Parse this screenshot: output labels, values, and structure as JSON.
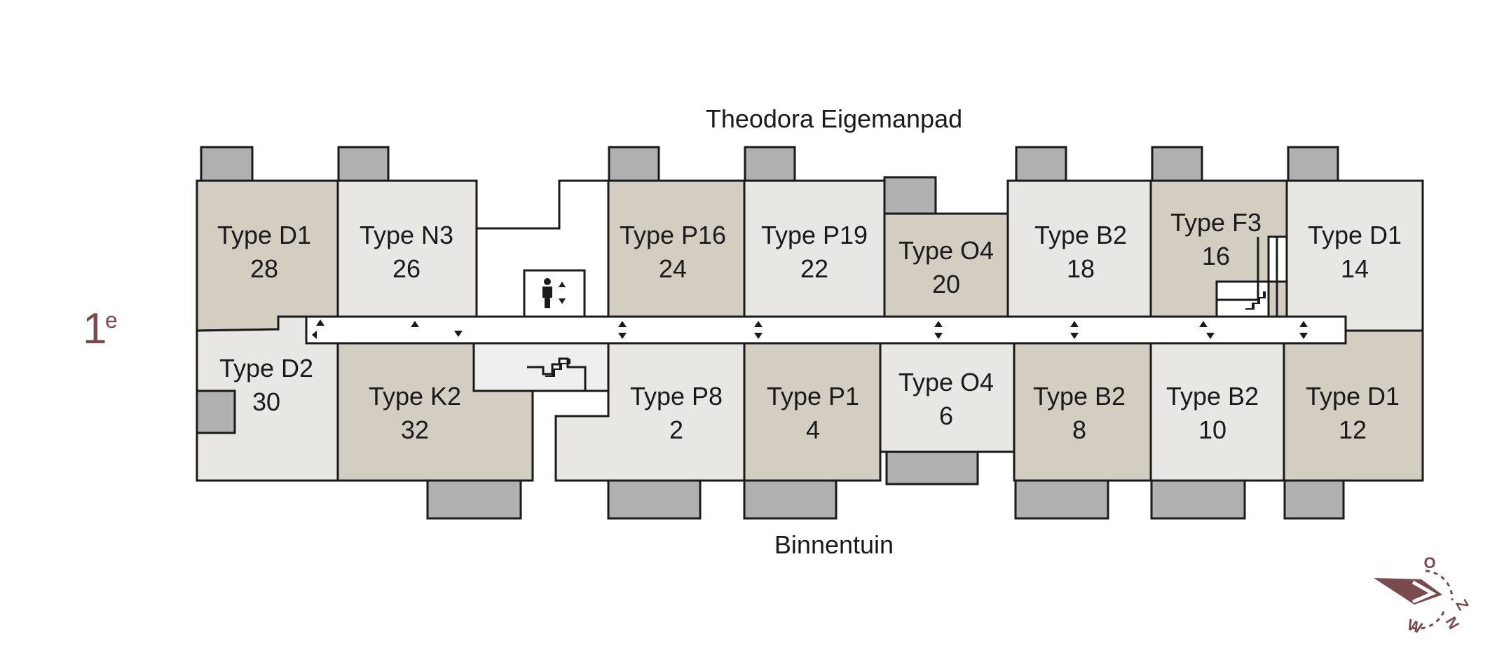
{
  "floor": {
    "number": "1",
    "suffix": "e"
  },
  "streets": {
    "north": "Theodora Eigemanpad",
    "south": "Binnentuin"
  },
  "colors": {
    "dark_unit": "#d3cdc2",
    "light_unit": "#e8e7e3",
    "balcony": "#b0b0b0",
    "stroke": "#1a1a1a",
    "accent": "#7a4a4f"
  },
  "units": [
    {
      "type": "Type D1",
      "number": "28",
      "tone": "dark"
    },
    {
      "type": "Type N3",
      "number": "26",
      "tone": "light"
    },
    {
      "type": "Type P16",
      "number": "24",
      "tone": "dark"
    },
    {
      "type": "Type P19",
      "number": "22",
      "tone": "light"
    },
    {
      "type": "Type O4",
      "number": "20",
      "tone": "dark"
    },
    {
      "type": "Type B2",
      "number": "18",
      "tone": "light"
    },
    {
      "type": "Type F3",
      "number": "16",
      "tone": "dark"
    },
    {
      "type": "Type D1",
      "number": "14",
      "tone": "light"
    },
    {
      "type": "Type D2",
      "number": "30",
      "tone": "light"
    },
    {
      "type": "Type K2",
      "number": "32",
      "tone": "dark"
    },
    {
      "type": "Type P8",
      "number": "2",
      "tone": "light"
    },
    {
      "type": "Type P1",
      "number": "4",
      "tone": "dark"
    },
    {
      "type": "Type O4",
      "number": "6",
      "tone": "light"
    },
    {
      "type": "Type B2",
      "number": "8",
      "tone": "dark"
    },
    {
      "type": "Type B2",
      "number": "10",
      "tone": "light"
    },
    {
      "type": "Type D1",
      "number": "12",
      "tone": "dark"
    }
  ],
  "icons": {
    "elevator": "elevator-icon",
    "stairs": "stairs-icon",
    "compass": "compass-rose-icon"
  },
  "compass_letters": [
    "O",
    "Z",
    "W",
    "N"
  ]
}
